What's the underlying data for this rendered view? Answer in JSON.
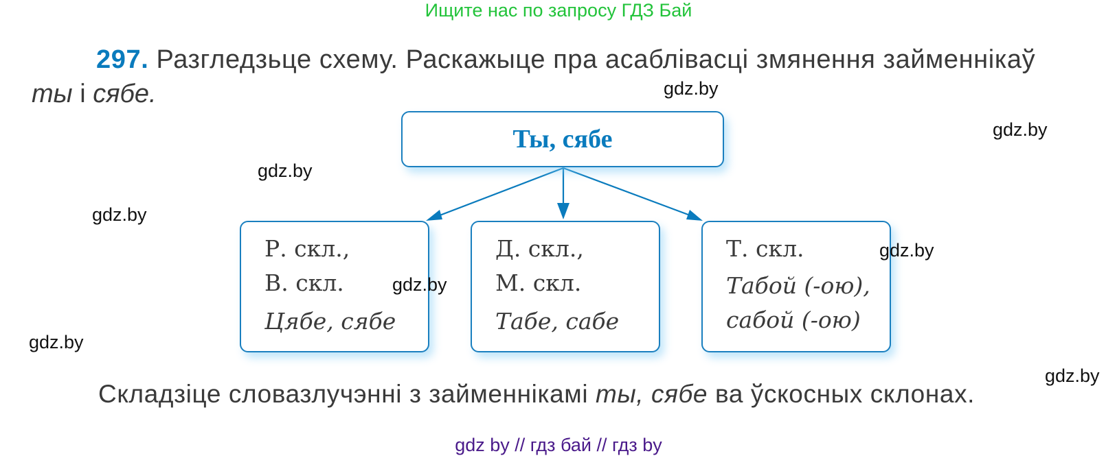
{
  "banner": "Ищите нас по запросу ГДЗ Бай",
  "task": {
    "number": "297.",
    "text_line1": "Разгледзьце схему. Раскажыце пра асаблівасці змянення займеннікаў",
    "line2_word1": "ты",
    "line2_conj": "і",
    "line2_word2": "сябе."
  },
  "diagram": {
    "root": "Ты, сябе",
    "boxes": [
      {
        "label1": "Р. скл.,",
        "label2": "В. скл.",
        "forms1": "Цябе, сябе",
        "forms2": ""
      },
      {
        "label1": "Д. скл.,",
        "label2": "М. скл.",
        "forms1": "Табе, сабе",
        "forms2": ""
      },
      {
        "label1": "Т. скл.",
        "label2": "",
        "forms1": "Табой (-ою),",
        "forms2": "сабой (-ою)"
      }
    ],
    "colors": {
      "accent": "#0a7bbd",
      "border": "#1a7fbf"
    }
  },
  "task2": {
    "before": "Складзіце словазлучэнні з займеннікамі",
    "pronouns": "ты, сябе",
    "after": "ва ўскосных склонах."
  },
  "watermarks": [
    "gdz.by",
    "gdz.by",
    "gdz.by",
    "gdz.by",
    "gdz.by",
    "gdz.by",
    "gdz.by",
    "gdz.by"
  ],
  "footer": "gdz by  //  гдз бай  //  гдз by"
}
